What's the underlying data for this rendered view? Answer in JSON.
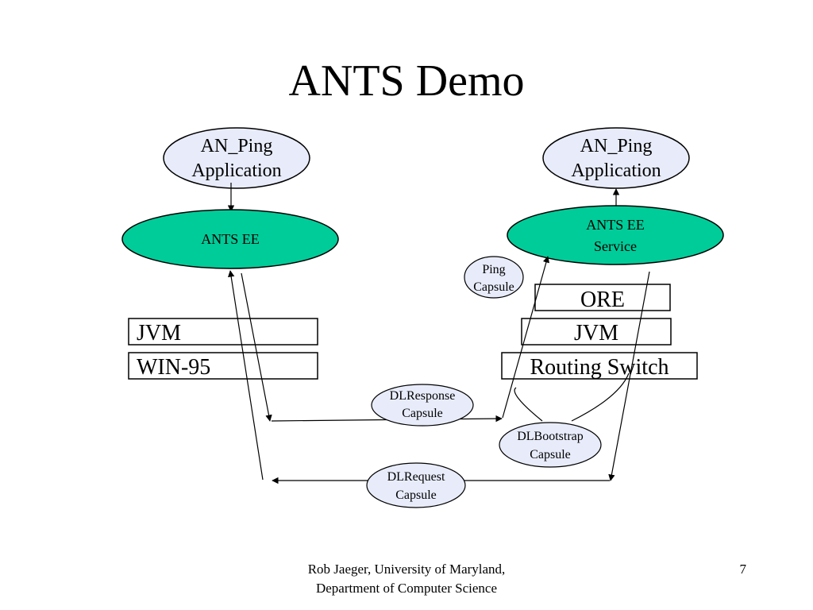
{
  "slide": {
    "title": "ANTS Demo",
    "footer_line1": "Rob Jaeger, University of Maryland,",
    "footer_line2": "Department of Computer Science",
    "page_number": "7"
  },
  "diagram": {
    "left": {
      "app_line1": "AN_Ping",
      "app_line2": "Application",
      "ee_label": "ANTS EE",
      "jvm": "JVM",
      "os": "WIN-95"
    },
    "right": {
      "app_line1": "AN_Ping",
      "app_line2": "Application",
      "ee_line1": "ANTS EE",
      "ee_line2": "Service",
      "ore": "ORE",
      "jvm": "JVM",
      "routing": "Routing Switch"
    },
    "capsules": {
      "ping_line1": "Ping",
      "ping_line2": "Capsule",
      "dlresponse_line1": "DLResponse",
      "dlresponse_line2": "Capsule",
      "dlbootstrap_line1": "DLBootstrap",
      "dlbootstrap_line2": "Capsule",
      "dlrequest_line1": "DLRequest",
      "dlrequest_line2": "Capsule"
    },
    "colors": {
      "app_fill": "#e8ecfa",
      "ee_fill": "#00cc99",
      "capsule_fill": "#e8ecfa",
      "stroke": "#000000"
    }
  }
}
